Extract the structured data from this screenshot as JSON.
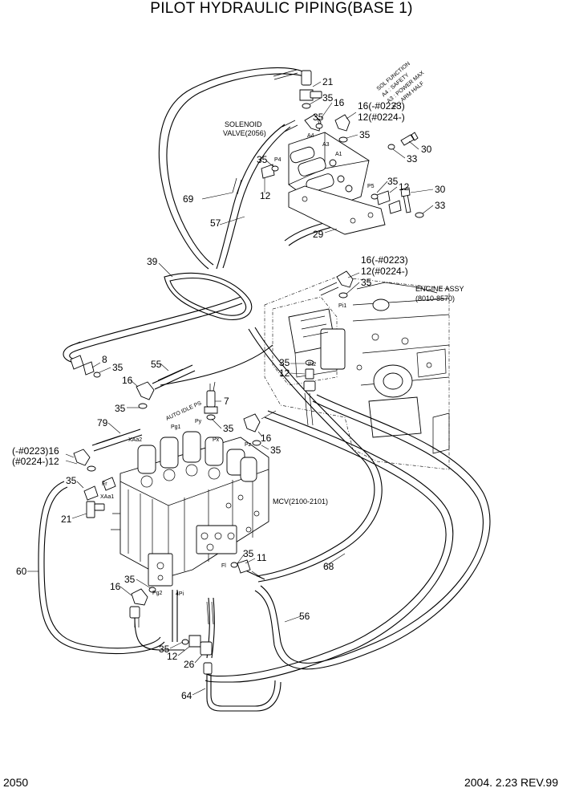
{
  "title": "PILOT HYDRAULIC PIPING(BASE 1)",
  "page_number": "2050",
  "revision": "2004. 2.23 REV.99",
  "labels": {
    "solenoid_1": "SOLENOID",
    "solenoid_2": "VALVE(2056)",
    "engine_1": "ENGINE ASSY",
    "engine_2": "(8010-8570)",
    "mcv": "MCV(2100-2101)",
    "auto_idle": "AUTO IDLE PS",
    "sol_function": "SOL FUNCTION",
    "sol_a4": "A4 : SAFETY",
    "sol_a3": "A3 : POWER MAX",
    "sol_a1": "A1 : ARM HALF"
  },
  "port_labels": {
    "a4": "A4",
    "a3": "A3",
    "a1": "A1",
    "p4": "P4",
    "p5": "P5",
    "pi1": "Pi1",
    "pi2": "Pi2",
    "pg1": "Pg1",
    "py": "Py",
    "px": "Px",
    "pz": "Pz",
    "xaa2": "XAa2",
    "xaa1": "XAa1",
    "fr": "Fr",
    "fl": "Fl",
    "pg2": "Pg2",
    "4pi": "4Pi"
  },
  "callouts": {
    "c21_top": "21",
    "c35_a": "35",
    "c16_a": "16",
    "c16_0223_a": "16(-#0223)",
    "c12_0224_a": "12(#0224-)",
    "c35_b": "35",
    "c35_c": "35",
    "c30_a": "30",
    "c33_a": "33",
    "c35_d": "35",
    "c12_a": "12",
    "c35_e": "35",
    "c12_b": "12",
    "c30_b": "30",
    "c33_b": "33",
    "c69": "69",
    "c57": "57",
    "c29": "29",
    "c39": "39",
    "c16_0223_b": "16(-#0223)",
    "c12_0224_b": "12(#0224-)",
    "c35_f": "35",
    "c8": "8",
    "c35_g": "35",
    "c55": "55",
    "c16_b": "16",
    "c35_h": "35",
    "c12_c": "12",
    "c35_i": "35",
    "c79": "79",
    "c7": "7",
    "c35_j": "35",
    "c16_c": "16",
    "c35_k": "35",
    "c16_0223_c": "(-#0223)16",
    "c12_0224_c": "(#0224-)12",
    "c35_l": "35",
    "c21_bot": "21",
    "c60": "60",
    "c68": "68",
    "c35_m": "35",
    "c11": "11",
    "c35_n": "35",
    "c16_d": "16",
    "c56": "56",
    "c35_o": "35",
    "c12_d": "12",
    "c26": "26",
    "c64": "64"
  }
}
